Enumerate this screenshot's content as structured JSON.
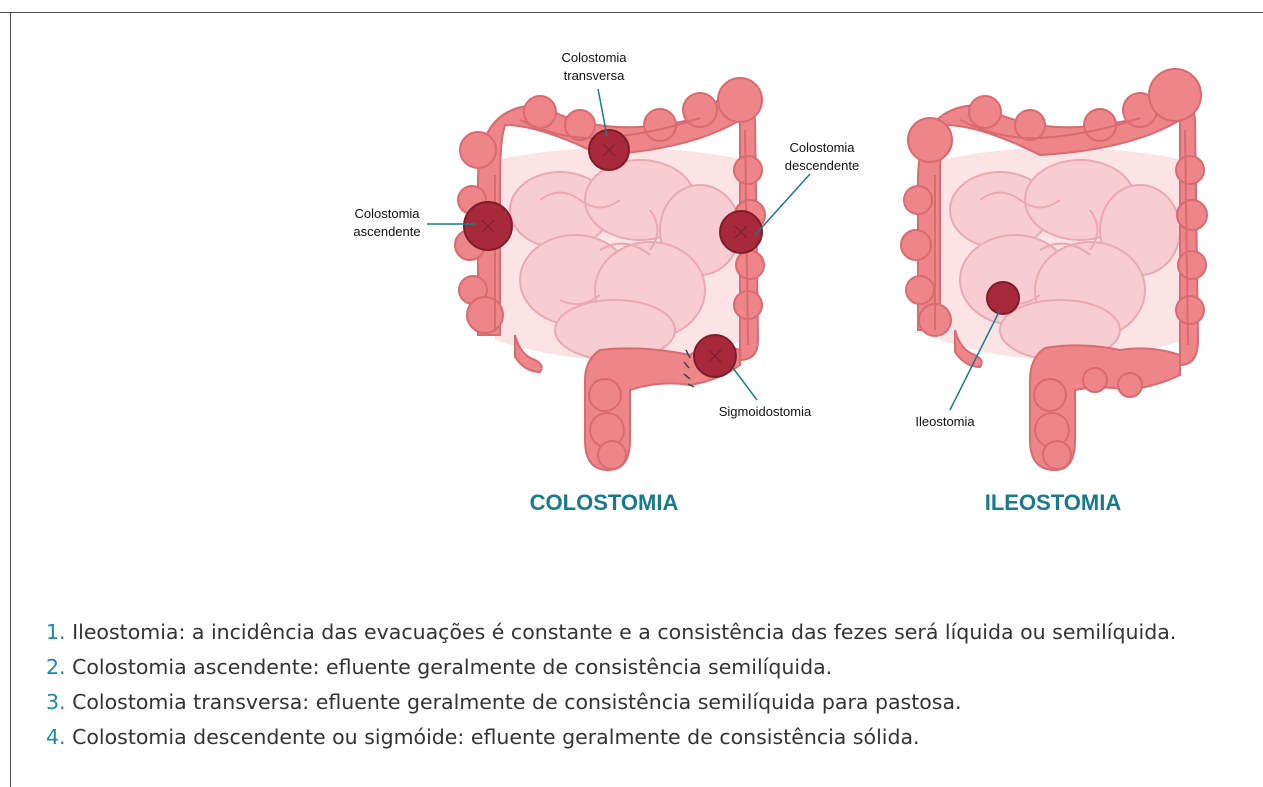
{
  "illustration": {
    "colostomy": {
      "title": "COLOSTOMIA",
      "labels": {
        "transversa_1": "Colostomia",
        "transversa_2": "transversa",
        "ascendente_1": "Colostomia",
        "ascendente_2": "ascendente",
        "descendente_1": "Colostomia",
        "descendente_2": "descendente",
        "sigmoid": "Sigmoidostomia"
      }
    },
    "ileostomy": {
      "title": "ILEOSTOMIA",
      "label": "Ileostomia"
    },
    "colors": {
      "colon": "#ee8589",
      "colon_dark": "#d86a70",
      "small_intestine": "#f8cdd2",
      "background_cavity": "#fbe3e6",
      "stoma": "#a82a3a",
      "title": "#1a7a8a",
      "leader_line": "#1a7a8a"
    }
  },
  "list": {
    "items": [
      {
        "num": "1.",
        "text": " Ileostomia: a incidência das evacuações é constante e a consistência das fezes será líquida ou semilíquida."
      },
      {
        "num": "2.",
        "text": " Colostomia ascendente: efluente geralmente de consistência semilíquida."
      },
      {
        "num": "3.",
        "text": " Colostomia transversa: efluente geralmente de consistência semilíquida para pastosa."
      },
      {
        "num": "4.",
        "text": " Colostomia descendente ou sigmóide: efluente geralmente de consistência sólida."
      }
    ]
  }
}
